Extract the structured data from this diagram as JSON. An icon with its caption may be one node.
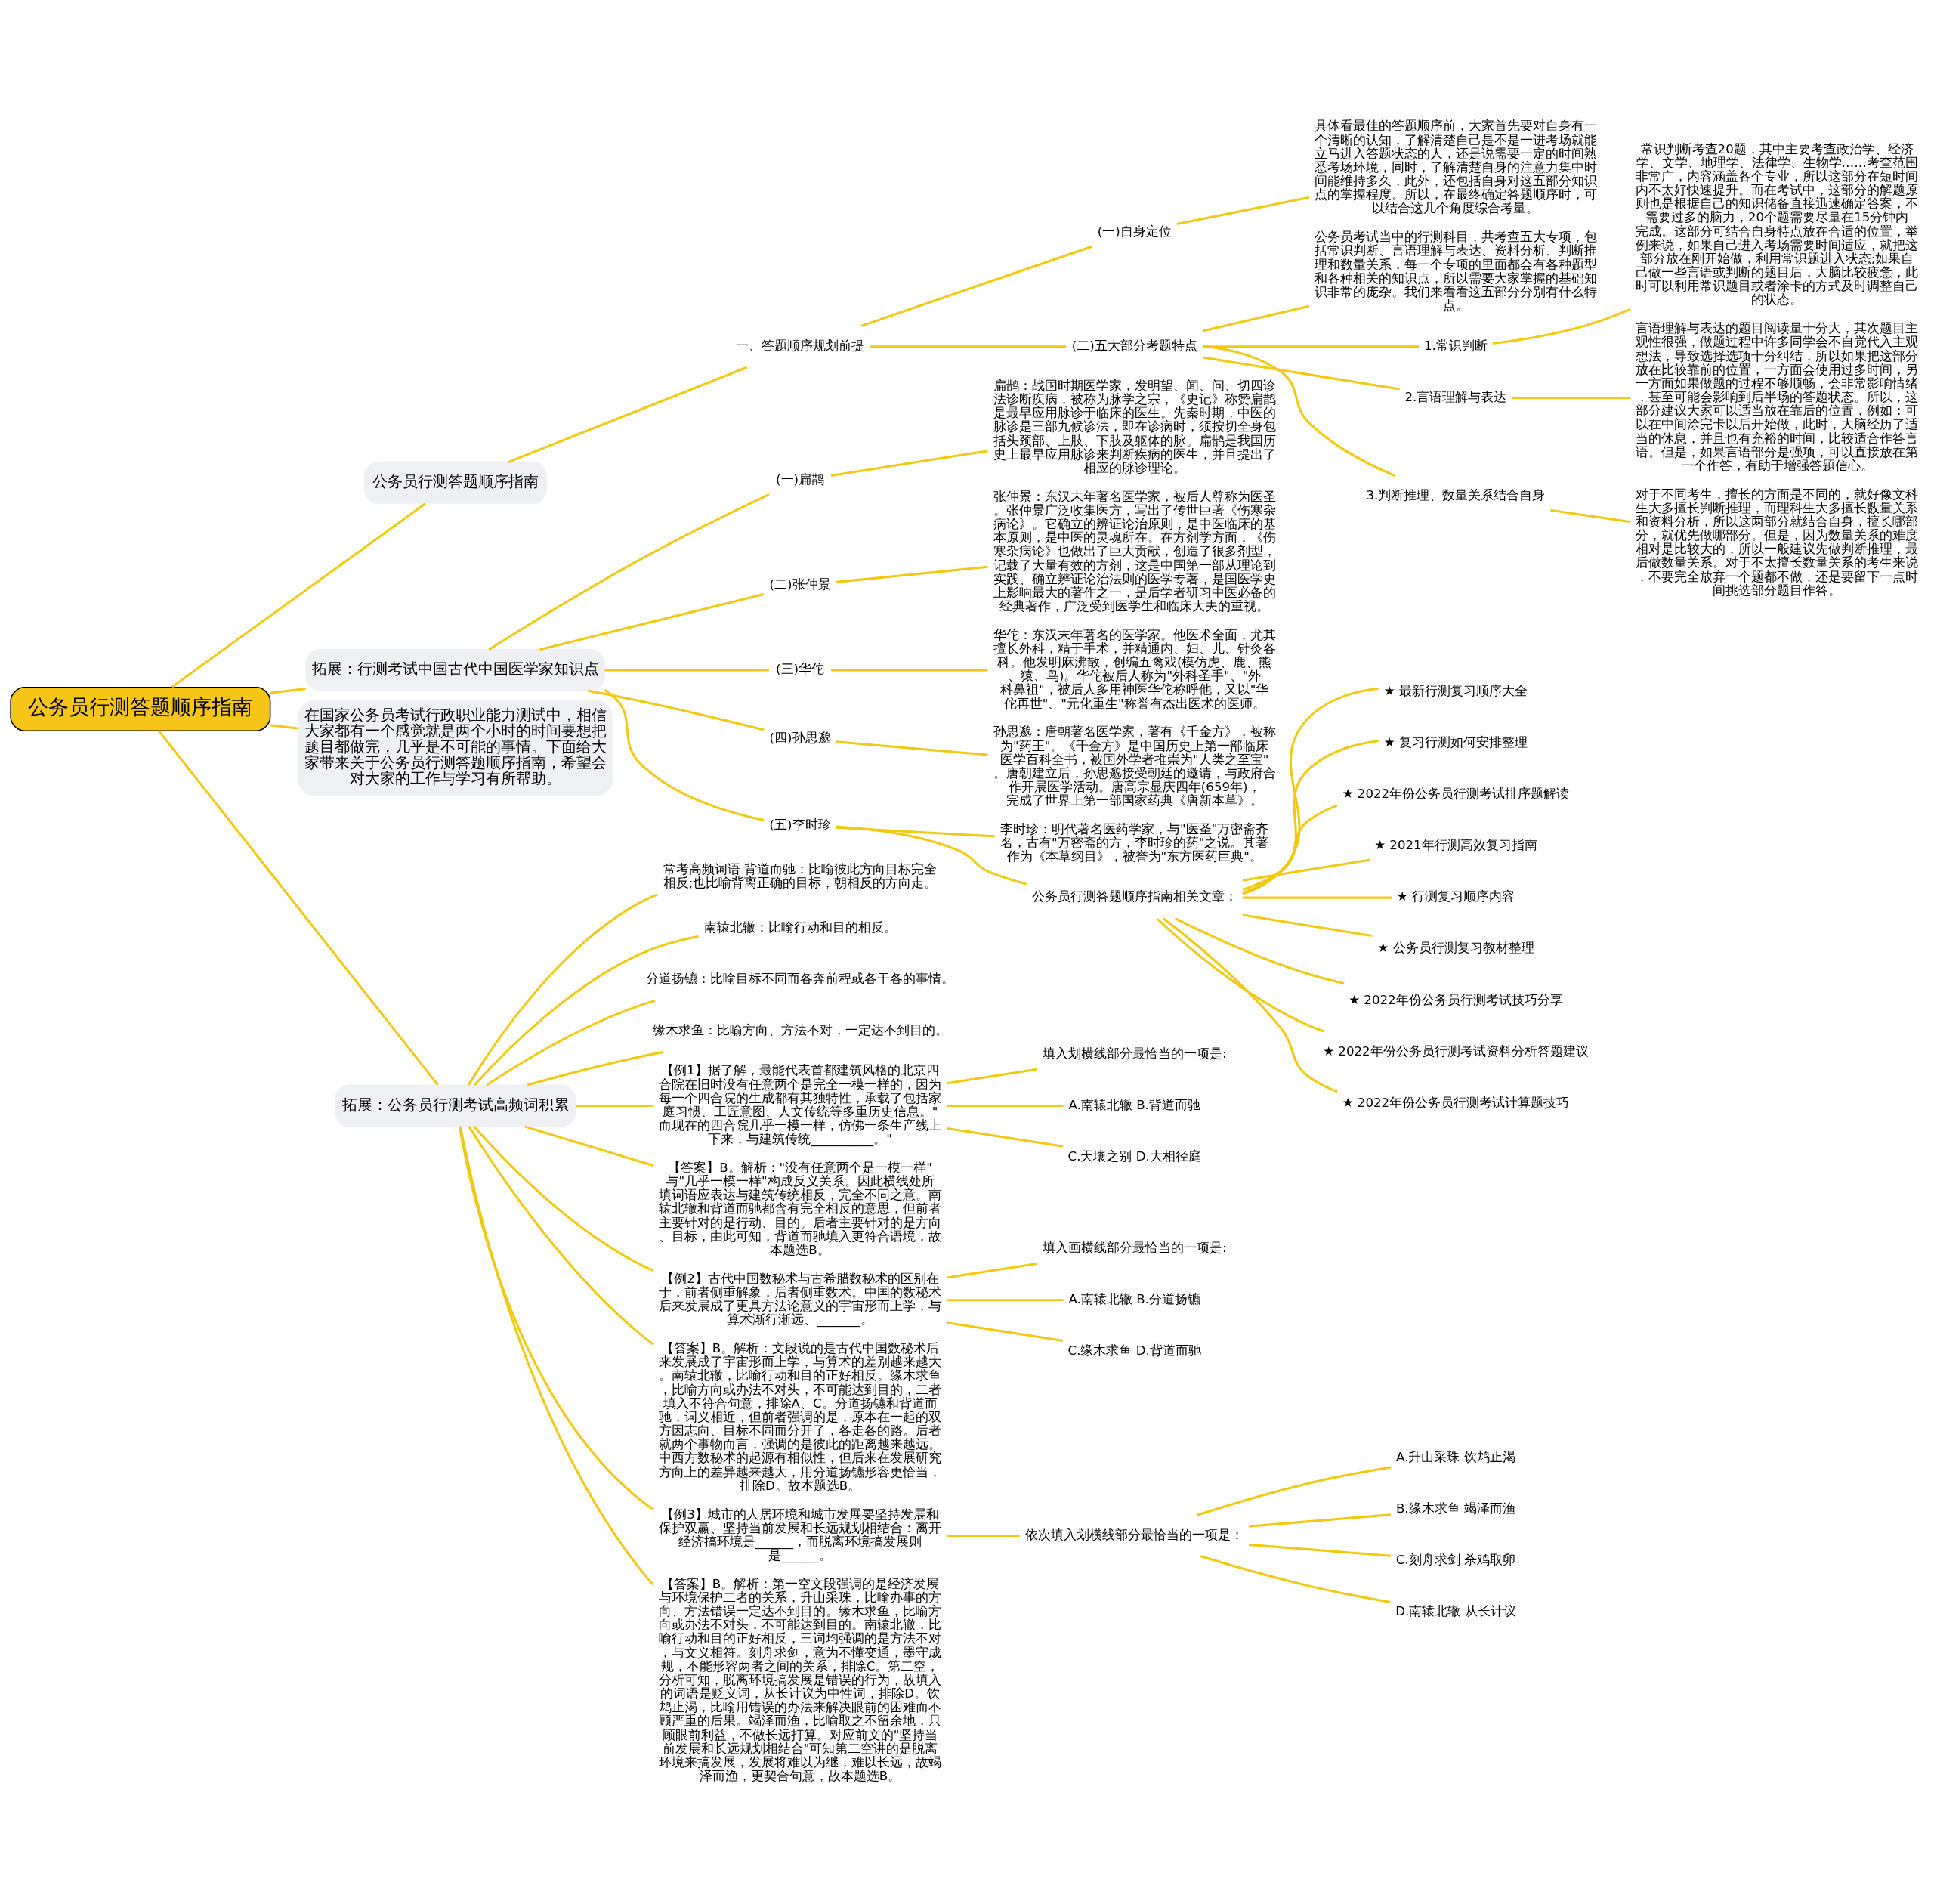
{
  "diagram": {
    "nodes": [
      {
        "text": [
          "公务员行测答题顺序指南"
        ]
      },
      {
        "text": [
          "公务员行测答题顺序指南"
        ]
      },
      {
        "text": [
          "一、答题顺序规划前提"
        ]
      },
      {
        "text": [
          "(一)自身定位"
        ]
      },
      {
        "text": [
          "具体看最佳的答题顺序前，大家首先要对自身有一个清晰的认知，了解清楚自己是不是一进考场就能立马进入答题状态的人，还是说需要一定的时间熟悉考场环境，同时，了解清楚自身的注意力集中时间能维持多久，此外，还包括自身对这五部分知识点的掌握程度。所以，在最终确定答题顺序时，可以结合这几个角度综合考量。"
        ]
      },
      {
        "text": [
          "(二)五大部分考题特点"
        ]
      },
      {
        "text": [
          "公务员考试当中的行测科目，共考查五大专项，包括常识判断、言语理解与表达、资料分析、判断推理和数量关系，每一个专项的里面都会有各种题型和各种相关的知识点，所以需要大家掌握的基础知识非常的庞杂。我们来看看这五部分分别有什么特点。"
        ]
      },
      {
        "text": [
          "1.常识判断"
        ]
      },
      {
        "text": [
          "常识判断考查20题，其中主要考查政治学、经济学、文学、地理学、法律学、生物学……考查范围非常广，内容涵盖各个专业，所以这部分在短时间内不太好快速提升。而在考试中，这部分的解题原则也是根据自己的知识储备直接迅速确定答案，不需要过多的脑力，20个题需要尽量在15分钟内完成。这部分可结合自身特点放在合适的位置，举例来说，如果自己进入考场需要时间适应，就把这部分放在刚开始做，利用常识题进入状态;如果自己做一些言语或判断的题目后，大脑比较疲惫，此时可以利用常识题目或者涂卡的方式及时调整自己的状态。"
        ]
      },
      {
        "text": [
          "2.言语理解与表达"
        ]
      },
      {
        "text": [
          "言语理解与表达的题目阅读量十分大，其次题目主观性很强，做题过程中许多同学会不自觉代入主观想法，导致选择选项十分纠结，所以如果把这部分放在比较靠前的位置，一方面会使用过多时间，另一方面如果做题的过程不够顺畅，会非常影响情绪，甚至可能会影响到后半场的答题状态。所以，这部分建议大家可以适当放在靠后的位置，例如：可以在中间涂完卡以后开始做，此时，大脑经历了适当的休息，并且也有充裕的时间，比较适合作答言语。但是，如果言语部分是强项，可以直接放在第一个作答，有助于增强答题信心。"
        ]
      },
      {
        "text": [
          "3.判断推理、数量关系结合自身"
        ]
      },
      {
        "text": [
          "对于不同考生，擅长的方面是不同的，就好像文科生大多擅长判断推理，而理科生大多擅长数量关系和资料分析，所以这两部分就结合自身，擅长哪部分，就优先做哪部分。但是，因为数量关系的难度相对是比较大的，所以一般建议先做判断推理，最后做数量关系。对于不太擅长数量关系的考生来说，不要完全放弃一个题都不做，还是要留下一点时间挑选部分题目作答。"
        ]
      },
      {
        "text": [
          "拓展：行测考试中国古代中国医学家知识点"
        ]
      },
      {
        "text": [
          "(一)扁鹊"
        ]
      },
      {
        "text": [
          "扁鹊：战国时期医学家，发明望、闻、问、切四诊法诊断疾病，被称为脉学之宗，《史记》称赞扁鹊是最早应用脉诊于临床的医生。先秦时期，中医的脉诊是三部九候诊法，即在诊病时，须按切全身包括头颈部、上肢、下肢及躯体的脉。扁鹊是我国历史上最早应用脉诊来判断疾病的医生，并且提出了相应的脉诊理论。"
        ]
      },
      {
        "text": [
          "(二)张仲景"
        ]
      },
      {
        "text": [
          "张仲景：东汉末年著名医学家，被后人尊称为医圣。张仲景广泛收集医方，写出了传世巨著《伤寒杂病论》。它确立的辨证论治原则，是中医临床的基本原则，是中医的灵魂所在。在方剂学方面，《伤寒杂病论》也做出了巨大贡献，创造了很多剂型，记载了大量有效的方剂，这是中国第一部从理论到实践、确立辨证论治法则的医学专著，是国医学史上影响最大的著作之一，是后学者研习中医必备的经典著作，广泛受到医学生和临床大夫的重视。"
        ]
      },
      {
        "text": [
          "(三)华佗"
        ]
      },
      {
        "text": [
          "华佗：东汉末年著名的医学家。他医术全面，尤其擅长外科，精于手术，并精通内、妇、儿、针灸各科。他发明麻沸散，创编五禽戏(模仿虎、鹿、熊、猿、鸟)。华佗被后人称为\"外科圣手\"、\"外科鼻祖\"，被后人多用神医华佗称呼他，又以\"华佗再世\"、\"元化重生\"称誉有杰出医术的医师。"
        ]
      },
      {
        "text": [
          "(四)孙思邈"
        ]
      },
      {
        "text": [
          "孙思邈：唐朝著名医学家，著有《千金方》，被称为\"药王\"。《千金方》是中国历史上第一部临床医学百科全书，被国外学者推崇为\"人类之至宝\"。唐朝建立后，孙思邈接受朝廷的邀请，与政府合作开展医学活动。唐高宗显庆四年(659年)，完成了世界上第一部国家药典《唐新本草》。"
        ]
      },
      {
        "text": [
          "(五)李时珍"
        ]
      },
      {
        "text": [
          "李时珍：明代著名医药学家，与\"医圣\"万密斋齐名，古有\"万密斋的方，李时珍的药\"之说。其著作为《本草纲目》，被誉为\"东方医药巨典\"。"
        ]
      },
      {
        "text": [
          "公务员行测答题顺序指南相关文章："
        ]
      },
      {
        "text": [
          "★ 最新行测复习顺序大全"
        ]
      },
      {
        "text": [
          "★ 复习行测如何安排整理"
        ]
      },
      {
        "text": [
          "★ 2022年份公务员行测考试排序题解读"
        ]
      },
      {
        "text": [
          "★ 2021年行测高效复习指南"
        ]
      },
      {
        "text": [
          "★ 行测复习顺序内容"
        ]
      },
      {
        "text": [
          "★ 公务员行测复习教材整理"
        ]
      },
      {
        "text": [
          "★ 2022年份公务员行测考试技巧分享"
        ]
      },
      {
        "text": [
          "★ 2022年份公务员行测考试资料分析答题建议"
        ]
      },
      {
        "text": [
          "★ 2022年份公务员行测考试计算题技巧"
        ]
      },
      {
        "text": [
          "在国家公务员考试行政职业能力测试中，相信大家都有一个感觉就是两个小时的时间要想把题目都做完，几乎是不可能的事情。下面给大家带来关于公务员行测答题顺序指南，希望会对大家的工作与学习有所帮助。"
        ]
      },
      {
        "text": [
          "拓展：公务员行测考试高频词积累"
        ]
      },
      {
        "text": [
          "常考高频词语 背道而驰：比喻彼此方向目标完全相反;也比喻背离正确的目标，朝相反的方向走。"
        ]
      },
      {
        "text": [
          "南辕北辙：比喻行动和目的相反。"
        ]
      },
      {
        "text": [
          "分道扬镳：比喻目标不同而各奔前程或各干各的事情。"
        ]
      },
      {
        "text": [
          "缘木求鱼：比喻方向、方法不对，一定达不到目的。"
        ]
      },
      {
        "text": [
          "【例1】据了解，最能代表首都建筑风格的北京四合院在旧时没有任意两个是完全一模一样的，因为每一个四合院的生成都有其独特性，承载了包括家庭习惯、工匠意图、人文传统等多重历史信息。\"而现在的四合院几乎一模一样，仿佛一条生产线上下来，与建筑传统__________。\""
        ]
      },
      {
        "text": [
          "填入划横线部分最恰当的一项是:"
        ]
      },
      {
        "text": [
          "A.南辕北辙 B.背道而驰"
        ]
      },
      {
        "text": [
          "C.天壤之别 D.大相径庭"
        ]
      },
      {
        "text": [
          "【答案】B。解析：\"没有任意两个是一模一样\"与\"几乎一模一样\"构成反义关系。因此横线处所填词语应表达与建筑传统相反，完全不同之意。南辕北辙和背道而驰都含有完全相反的意思，但前者主要针对的是行动、目的。后者主要针对的是方向、目标，由此可知，背道而驰填入更符合语境，故本题选B。"
        ]
      },
      {
        "text": [
          "【例2】古代中国数秘术与古希腊数秘术的区别在于，前者侧重解象，后者侧重数术。中国的数秘术后来发展成了更具方法论意义的宇宙形而上学，与算术渐行渐远、_______。"
        ]
      },
      {
        "text": [
          "填入画横线部分最恰当的一项是:"
        ]
      },
      {
        "text": [
          "A.南辕北辙 B.分道扬镳"
        ]
      },
      {
        "text": [
          "C.缘木求鱼 D.背道而驰"
        ]
      },
      {
        "text": [
          "【答案】B。解析：文段说的是古代中国数秘术后来发展成了宇宙形而上学，与算术的差别越来越大。南辕北辙，比喻行动和目的正好相反。缘木求鱼，比喻方向或办法不对头，不可能达到目的，二者填入不符合句意，排除A、C。分道扬镳和背道而驰，词义相近，但前者强调的是，原本在一起的双方因志向、目标不同而分开了，各走各的路。后者就两个事物而言，强调的是彼此的距离越来越远。中西方数秘术的起源有相似性，但后来在发展研究方向上的差异越来越大，用分道扬镳形容更恰当，排除D。故本题选B。"
        ]
      },
      {
        "text": [
          "【例3】城市的人居环境和城市发展要坚持发展和保护双赢、坚持当前发展和长远规划相结合：离开经济搞环境是______，而脱离环境搞发展则是______。"
        ]
      },
      {
        "text": [
          "依次填入划横线部分最恰当的一项是："
        ]
      },
      {
        "text": [
          "A.升山采珠 饮鸩止渴"
        ]
      },
      {
        "text": [
          "B.缘木求鱼 竭泽而渔"
        ]
      },
      {
        "text": [
          "C.刻舟求剑 杀鸡取卵"
        ]
      },
      {
        "text": [
          "D.南辕北辙 从长计议"
        ]
      },
      {
        "text": [
          "【答案】B。解析：第一空文段强调的是经济发展与环境保护二者的关系，升山采珠，比喻办事的方向、方法错误一定达不到目的。缘木求鱼，比喻方向或办法不对头，不可能达到目的。南辕北辙，比喻行动和目的正好相反，三词均强调的是方法不对，与文义相符。刻舟求剑，意为不懂变通，墨守成规，不能形容两者之间的关系，排除C。第二空，分析可知，脱离环境搞发展是错误的行为，故填入的词语是贬义词，从长计议为中性词，排除D。饮鸩止渴，比喻用错误的办法来解决眼前的困难而不顾严重的后果。竭泽而渔，比喻取之不留余地，只顾眼前利益，不做长远打算。对应前文的\"坚持当前发展和长远规划相结合\"可知第二空讲的是脱离环境来搞发展，发展将难以为继，难以长远，故竭泽而渔，更契合句意，故本题选B。"
        ]
      }
    ],
    "edges": [
      {
        "from": 0,
        "to": 1,
        "arrow": "none"
      },
      {
        "from": 1,
        "to": 2,
        "arrow": "none"
      },
      {
        "from": 2,
        "to": 3,
        "arrow": "none"
      },
      {
        "from": 3,
        "to": 4,
        "arrow": "none"
      },
      {
        "from": 2,
        "to": 5,
        "arrow": "none"
      },
      {
        "from": 5,
        "to": 6,
        "arrow": "none"
      },
      {
        "from": 5,
        "to": 7,
        "arrow": "none"
      },
      {
        "from": 7,
        "to": 8,
        "arrow": "none"
      },
      {
        "from": 5,
        "to": 9,
        "arrow": "none"
      },
      {
        "from": 9,
        "to": 10,
        "arrow": "none"
      },
      {
        "from": 5,
        "to": 11,
        "arrow": "none"
      },
      {
        "from": 11,
        "to": 12,
        "arrow": "none"
      },
      {
        "from": 0,
        "to": 13,
        "arrow": "none"
      },
      {
        "from": 13,
        "to": 14,
        "arrow": "none"
      },
      {
        "from": 14,
        "to": 15,
        "arrow": "none"
      },
      {
        "from": 13,
        "to": 16,
        "arrow": "none"
      },
      {
        "from": 16,
        "to": 17,
        "arrow": "none"
      },
      {
        "from": 13,
        "to": 18,
        "arrow": "none"
      },
      {
        "from": 18,
        "to": 19,
        "arrow": "none"
      },
      {
        "from": 13,
        "to": 20,
        "arrow": "none"
      },
      {
        "from": 20,
        "to": 21,
        "arrow": "none"
      },
      {
        "from": 13,
        "to": 22,
        "arrow": "none"
      },
      {
        "from": 22,
        "to": 23,
        "arrow": "none"
      },
      {
        "from": 22,
        "to": 24,
        "arrow": "none"
      },
      {
        "from": 24,
        "to": 25,
        "arrow": "none"
      },
      {
        "from": 24,
        "to": 26,
        "arrow": "none"
      },
      {
        "from": 24,
        "to": 27,
        "arrow": "none"
      },
      {
        "from": 24,
        "to": 28,
        "arrow": "none"
      },
      {
        "from": 24,
        "to": 29,
        "arrow": "none"
      },
      {
        "from": 24,
        "to": 30,
        "arrow": "none"
      },
      {
        "from": 24,
        "to": 31,
        "arrow": "none"
      },
      {
        "from": 24,
        "to": 32,
        "arrow": "none"
      },
      {
        "from": 24,
        "to": 33,
        "arrow": "none"
      },
      {
        "from": 0,
        "to": 34,
        "arrow": "none"
      },
      {
        "from": 0,
        "to": 35,
        "arrow": "none"
      },
      {
        "from": 35,
        "to": 36,
        "arrow": "none"
      },
      {
        "from": 35,
        "to": 37,
        "arrow": "none"
      },
      {
        "from": 35,
        "to": 38,
        "arrow": "none"
      },
      {
        "from": 35,
        "to": 39,
        "arrow": "none"
      },
      {
        "from": 35,
        "to": 40,
        "arrow": "none"
      },
      {
        "from": 40,
        "to": 41,
        "arrow": "none"
      },
      {
        "from": 40,
        "to": 42,
        "arrow": "none"
      },
      {
        "from": 40,
        "to": 43,
        "arrow": "none"
      },
      {
        "from": 35,
        "to": 44,
        "arrow": "none"
      },
      {
        "from": 35,
        "to": 45,
        "arrow": "none"
      },
      {
        "from": 45,
        "to": 46,
        "arrow": "none"
      },
      {
        "from": 45,
        "to": 47,
        "arrow": "none"
      },
      {
        "from": 45,
        "to": 48,
        "arrow": "none"
      },
      {
        "from": 35,
        "to": 49,
        "arrow": "none"
      },
      {
        "from": 35,
        "to": 50,
        "arrow": "none"
      },
      {
        "from": 50,
        "to": 51,
        "arrow": "none"
      },
      {
        "from": 51,
        "to": 52,
        "arrow": "none"
      },
      {
        "from": 51,
        "to": 53,
        "arrow": "none"
      },
      {
        "from": 51,
        "to": 54,
        "arrow": "none"
      },
      {
        "from": 51,
        "to": 55,
        "arrow": "none"
      },
      {
        "from": 35,
        "to": 56,
        "arrow": "none"
      }
    ]
  }
}
